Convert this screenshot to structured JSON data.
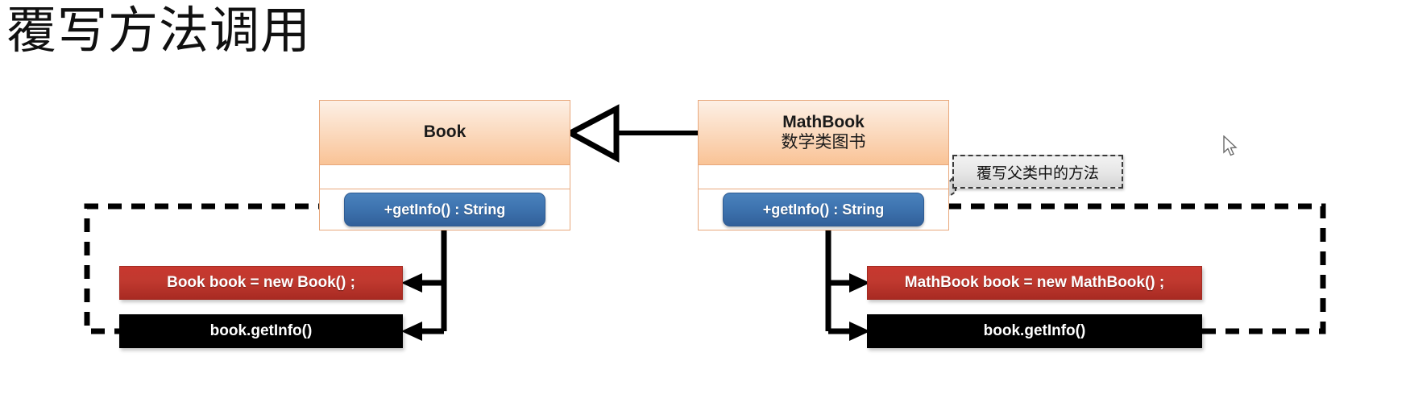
{
  "page": {
    "title": "覆写方法调用"
  },
  "colors": {
    "class_header_top": "#fdf0e6",
    "class_header_bottom": "#f9c396",
    "class_border": "#e8a87c",
    "method_blue": "#3d72ae",
    "code_red": "#c0392f",
    "code_black": "#000000",
    "callout_bg": "#e6e6e6",
    "wire_black": "#000000"
  },
  "diagram": {
    "type": "uml-class-diagram",
    "classes": [
      {
        "id": "book",
        "name": "Book",
        "subtitle": "",
        "methods": [
          {
            "label": "+getInfo() : String"
          }
        ]
      },
      {
        "id": "mathbook",
        "name": "MathBook",
        "subtitle": "数学类图书",
        "methods": [
          {
            "label": "+getInfo() : String"
          }
        ]
      }
    ],
    "relationship": {
      "kind": "generalization",
      "label": "",
      "from": "MathBook",
      "to": "Book",
      "arrow": "hollow-triangle"
    },
    "callout": {
      "text": "覆写父类中的方法",
      "points_to": "mathbook-getinfo-method"
    },
    "left_code_flow": {
      "declaration": "Book book = new Book() ;",
      "invocation": "book.getInfo()"
    },
    "right_code_flow": {
      "declaration": "MathBook book = new MathBook() ;",
      "invocation": "book.getInfo()"
    }
  }
}
